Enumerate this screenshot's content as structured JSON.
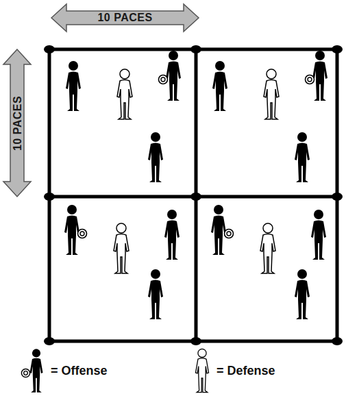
{
  "diagram": {
    "labels": [
      "10 PACES",
      "10 PACES"
    ],
    "legend": [
      {
        "text": "= Offense"
      },
      {
        "text": "= Defense"
      }
    ]
  }
}
